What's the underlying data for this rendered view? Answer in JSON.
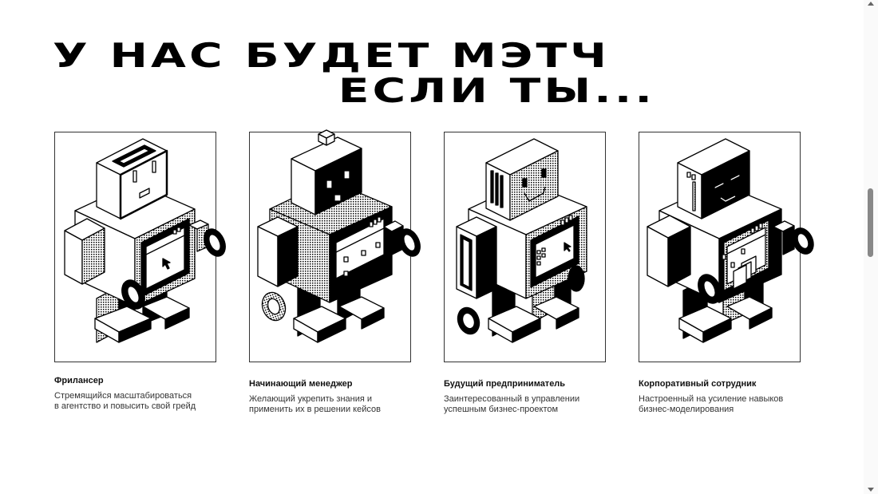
{
  "headline": {
    "line1": "У НАС БУДЕТ МЭТЧ",
    "line2": "ЕСЛИ ТЫ..."
  },
  "cards": [
    {
      "title": "Фрилансер",
      "description_line1": "Стремящийся масштабироваться",
      "description_line2": "в агентство и повысить свой грейд",
      "illustration": "robot-freelancer"
    },
    {
      "title": "Начинающий менеджер",
      "description_line1": "Желающий укрепить знания и",
      "description_line2": "применить их в решении кейсов",
      "illustration": "robot-manager"
    },
    {
      "title": "Будущий предприниматель",
      "description_line1": "Заинтересованный в управлении",
      "description_line2": "успешным бизнес-проектом",
      "illustration": "robot-entrepreneur"
    },
    {
      "title": "Корпоративный сотрудник",
      "description_line1": "Настроенный на усиление навыков",
      "description_line2": "бизнес-моделирования",
      "illustration": "robot-corporate"
    }
  ],
  "colors": {
    "text": "#111111",
    "background": "#ffffff",
    "frame": "#333333",
    "scrollbar_thumb": "#888888"
  }
}
